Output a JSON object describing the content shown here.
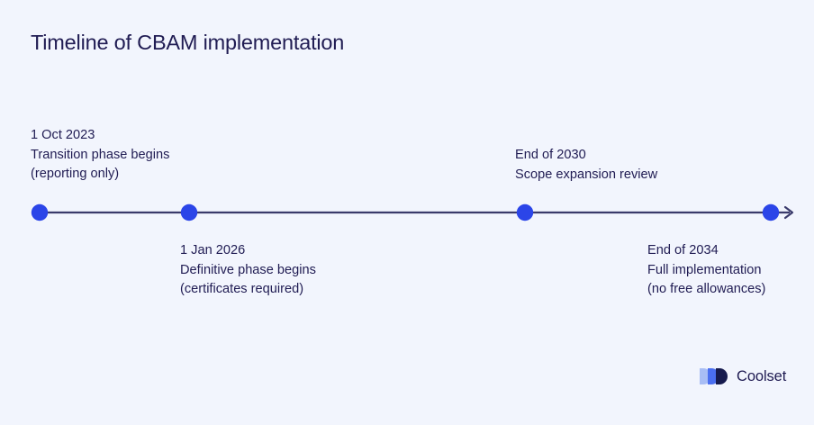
{
  "page": {
    "title": "Timeline of CBAM implementation",
    "background_color": "#f2f5fd",
    "text_color": "#201c53"
  },
  "timeline": {
    "axis": {
      "line_color": "#3a3a6b",
      "dot_color": "#2b45e8",
      "arrow_icon": "arrow-right-icon"
    },
    "milestones": [
      {
        "date": "1 Oct 2023",
        "title": "Transition phase begins",
        "detail": "(reporting only)",
        "position": "above"
      },
      {
        "date": "1 Jan 2026",
        "title": "Definitive phase begins",
        "detail": "(certificates required)",
        "position": "below"
      },
      {
        "date": "End of 2030",
        "title": "Scope expansion review",
        "detail": "",
        "position": "above"
      },
      {
        "date": "End of 2034",
        "title": "Full implementation",
        "detail": "(no free allowances)",
        "position": "below"
      }
    ]
  },
  "brand": {
    "name": "Coolset",
    "mark_icon": "coolset-logo-icon",
    "mark_colors": [
      "#a8bdf5",
      "#4a6ef0",
      "#161a4d"
    ]
  }
}
